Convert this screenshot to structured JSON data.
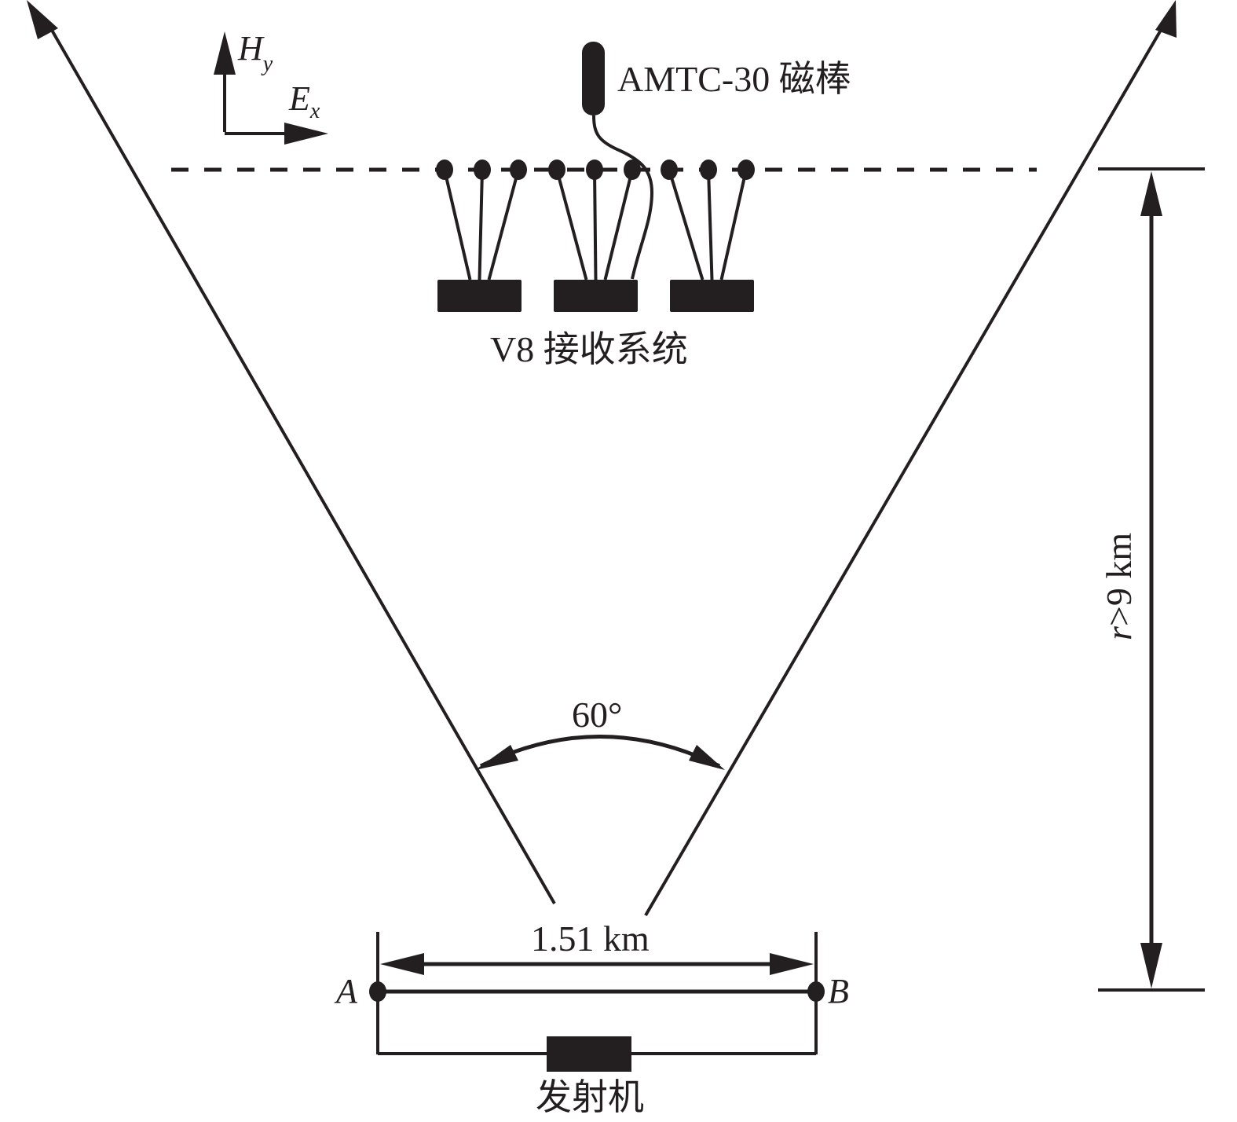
{
  "diagram": {
    "title": "CSAMT field layout",
    "axes": {
      "vertical_label": "H",
      "vertical_sub": "y",
      "horizontal_label": "E",
      "horizontal_sub": "x"
    },
    "magnetometer_label": "AMTC-30 磁棒",
    "receiver_label": "V8 接收系统",
    "receiver_units": 3,
    "electrodes_per_unit": 3,
    "angle_label": "60°",
    "distance_label": "r>9 km",
    "distance_prefix": "r",
    "distance_rest": ">9 km",
    "ab_length_label": "1.51 km",
    "point_a": "A",
    "point_b": "B",
    "transmitter_label": "发射机",
    "colors": {
      "ink": "#231f20",
      "background": "#ffffff"
    }
  }
}
